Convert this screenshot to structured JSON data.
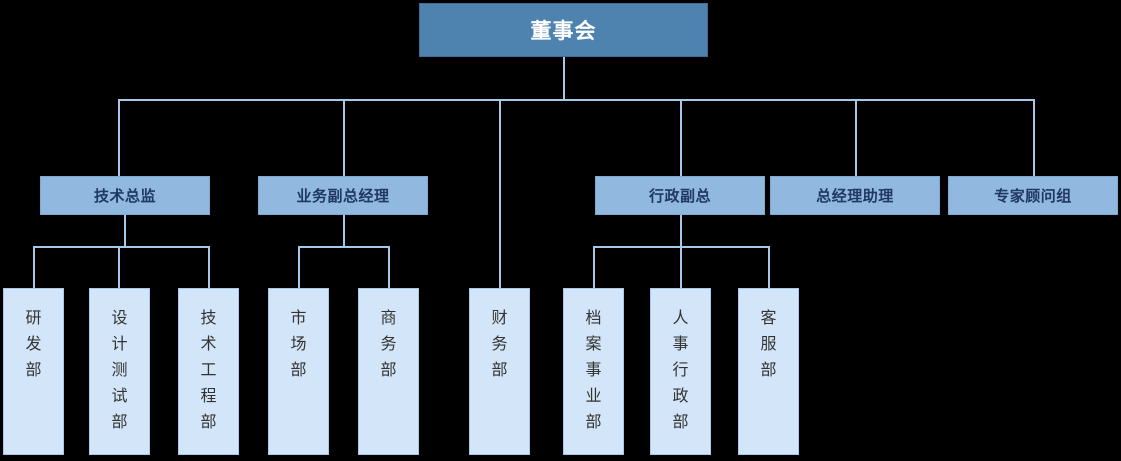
{
  "chart_data": {
    "type": "diagram",
    "diagram_kind": "organizational-chart",
    "title": "",
    "orientation": "top-down",
    "levels": 3,
    "colors": {
      "background": "#000000",
      "level1_fill": "#4E83B0",
      "level1_border": "#3E6E97",
      "level1_text": "#FFFFFF",
      "level2_fill": "#91B8DF",
      "level2_border": "#7EA9D4",
      "level2_text": "#1F3864",
      "level3_fill": "#D3E5F8",
      "level3_border": "#A8C8E8",
      "level3_text": "#333333",
      "connector": "#A8C8E8"
    },
    "nodes": {
      "root": {
        "label": "董事会",
        "level": 1
      },
      "level2": [
        {
          "id": "tech-director",
          "label": "技术总监"
        },
        {
          "id": "biz-vp",
          "label": "业务副总经理"
        },
        {
          "id": "admin-vp",
          "label": "行政副总"
        },
        {
          "id": "gm-assistant",
          "label": "总经理助理"
        },
        {
          "id": "expert-advisory",
          "label": "专家顾问组"
        }
      ],
      "level3": [
        {
          "id": "rd-dept",
          "label": "研发部",
          "chars": "研\n发\n部",
          "parent": "tech-director"
        },
        {
          "id": "design-test",
          "label": "设计测试部",
          "chars": "设\n计\n测\n试\n部",
          "parent": "tech-director"
        },
        {
          "id": "tech-eng",
          "label": "技术工程部",
          "chars": "技\n术\n工\n程\n部",
          "parent": "tech-director"
        },
        {
          "id": "market-dept",
          "label": "市场部",
          "chars": "市\n场\n部",
          "parent": "biz-vp"
        },
        {
          "id": "commerce-dept",
          "label": "商务部",
          "chars": "商\n务\n部",
          "parent": "biz-vp"
        },
        {
          "id": "finance-dept",
          "label": "财务部",
          "chars": "财\n务\n部",
          "parent": "root"
        },
        {
          "id": "archive-dept",
          "label": "档案事业部",
          "chars": "档\n案\n事\n业\n部",
          "parent": "admin-vp"
        },
        {
          "id": "hr-admin-dept",
          "label": "人事行政部",
          "chars": "人\n事\n行\n政\n部",
          "parent": "admin-vp"
        },
        {
          "id": "service-dept",
          "label": "客服部",
          "chars": "客\n服\n部",
          "parent": "admin-vp"
        }
      ]
    },
    "edges": [
      {
        "from": "root",
        "to": "tech-director"
      },
      {
        "from": "root",
        "to": "biz-vp"
      },
      {
        "from": "root",
        "to": "admin-vp"
      },
      {
        "from": "root",
        "to": "gm-assistant"
      },
      {
        "from": "root",
        "to": "expert-advisory"
      },
      {
        "from": "root",
        "to": "finance-dept"
      },
      {
        "from": "tech-director",
        "to": "rd-dept"
      },
      {
        "from": "tech-director",
        "to": "design-test"
      },
      {
        "from": "tech-director",
        "to": "tech-eng"
      },
      {
        "from": "biz-vp",
        "to": "market-dept"
      },
      {
        "from": "biz-vp",
        "to": "commerce-dept"
      },
      {
        "from": "admin-vp",
        "to": "archive-dept"
      },
      {
        "from": "admin-vp",
        "to": "hr-admin-dept"
      },
      {
        "from": "admin-vp",
        "to": "service-dept"
      }
    ]
  }
}
